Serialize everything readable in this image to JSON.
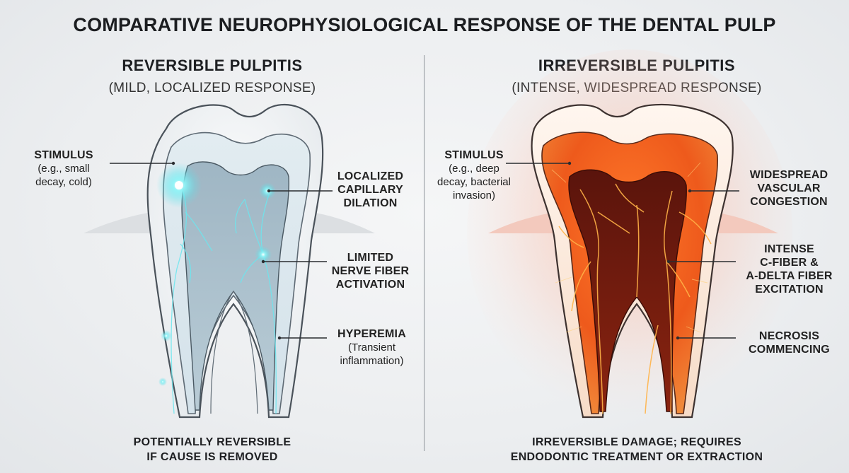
{
  "title": "COMPARATIVE NEUROPHYSIOLOGICAL RESPONSE OF THE DENTAL PULP",
  "left": {
    "heading": "REVERSIBLE PULPITIS",
    "subheading": "(MILD, LOCALIZED RESPONSE)",
    "labels": {
      "stimulus": {
        "title": "STIMULUS",
        "lines": [
          "(e.g., small",
          "decay, cold)"
        ]
      },
      "capillary": {
        "lines": [
          "LOCALIZED",
          "CAPILLARY",
          "DILATION"
        ]
      },
      "nerve": {
        "lines": [
          "LIMITED",
          "NERVE FIBER",
          "ACTIVATION"
        ]
      },
      "hyperemia": {
        "title": "HYPEREMIA",
        "lines": [
          "(Transient",
          "inflammation)"
        ]
      }
    },
    "footer": [
      "POTENTIALLY REVERSIBLE",
      "IF CAUSE IS REMOVED"
    ]
  },
  "right": {
    "heading": "IRREVERSIBLE PULPITIS",
    "subheading": "(INTENSE, WIDESPREAD RESPONSE)",
    "labels": {
      "stimulus": {
        "title": "STIMULUS",
        "lines": [
          "(e.g., deep",
          "decay, bacterial",
          "invasion)"
        ]
      },
      "vascular": {
        "lines": [
          "WIDESPREAD",
          "VASCULAR",
          "CONGESTION"
        ]
      },
      "fiber": {
        "lines": [
          "INTENSE",
          "C-FIBER &",
          "A-DELTA FIBER",
          "EXCITATION"
        ]
      },
      "necrosis": {
        "lines": [
          "NECROSIS",
          "COMMENCING"
        ]
      }
    },
    "footer": [
      "IRREVERSIBLE DAMAGE; REQUIRES",
      "ENDODONTIC TREATMENT OR EXTRACTION"
    ]
  },
  "colors": {
    "healthy_pulp": "#a9bfcc",
    "nerve_glow": "#5fe3ec",
    "inflamed_pulp": "#e0531f",
    "necrotic_core": "#6e1a10",
    "vessel": "#ffb347"
  }
}
